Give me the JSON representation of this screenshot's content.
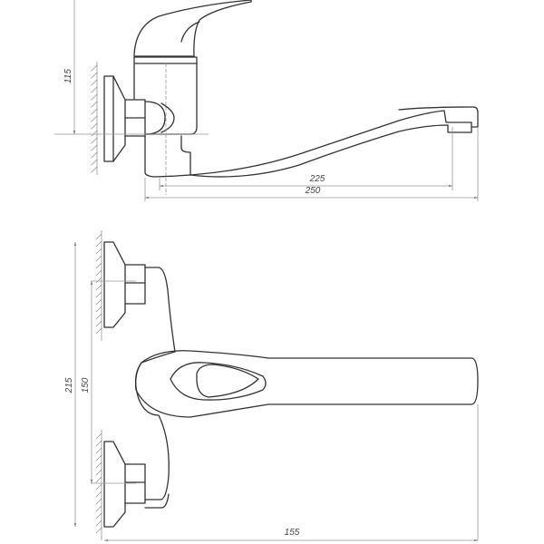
{
  "drawing": {
    "title": "Wall-mounted single-lever faucet technical drawing",
    "views": [
      {
        "name": "side-view",
        "description": "Side elevation of faucet mounted on wall with long swivel spout"
      },
      {
        "name": "top-view",
        "description": "Top view showing two wall eccentrics, body and lever handle"
      }
    ]
  },
  "dimensions": {
    "side_height": "115",
    "spout_reach_inner": "225",
    "spout_reach_outer": "250",
    "total_height_top_view": "215",
    "eccentric_spacing": "150",
    "handle_reach": "155"
  },
  "colors": {
    "line": "#333333",
    "dimension_line": "#999999",
    "background": "#ffffff"
  }
}
